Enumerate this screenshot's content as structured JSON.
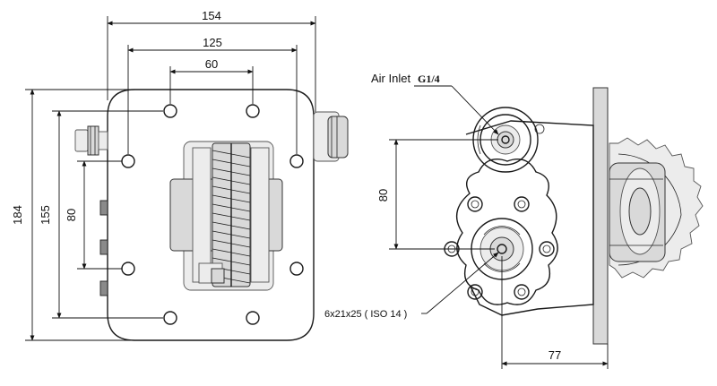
{
  "dimensions": {
    "width_154": "154",
    "width_125": "125",
    "width_60": "60",
    "height_184": "184",
    "height_155": "155",
    "height_80_left": "80",
    "height_80_right": "80",
    "offset_77": "77"
  },
  "callouts": {
    "air_inlet": "Air Inlet",
    "air_inlet_thread": "G1/4",
    "shaft_spec": "6x21x25 ( ISO 14 )"
  },
  "colors": {
    "line": "#1a1a1a",
    "fill_gray": "#d9d9d9",
    "fill_light": "#ececec"
  }
}
